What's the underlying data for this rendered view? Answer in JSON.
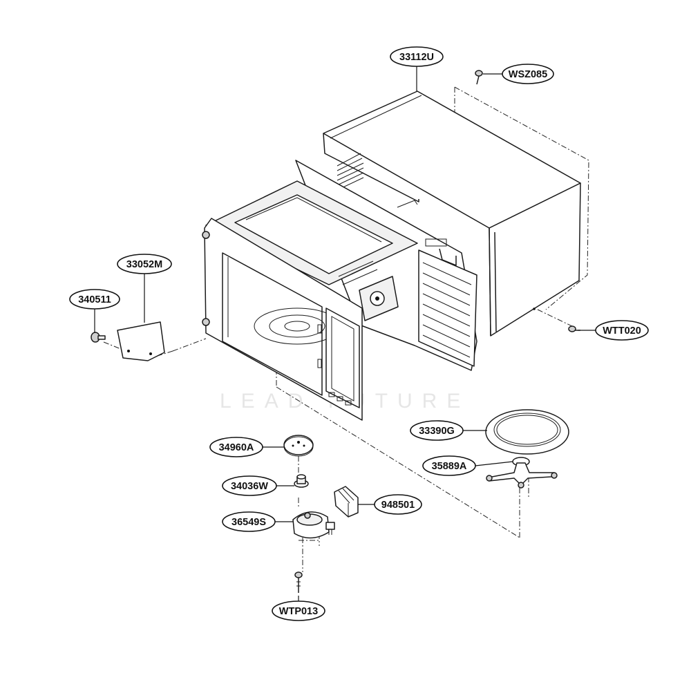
{
  "diagram": {
    "watermark": "LEAD FUTURE",
    "parts": [
      {
        "id": "33112U",
        "label": "33112U"
      },
      {
        "id": "WSZ085",
        "label": "WSZ085"
      },
      {
        "id": "33052M",
        "label": "33052M"
      },
      {
        "id": "340511",
        "label": "340511"
      },
      {
        "id": "WTT020",
        "label": "WTT020"
      },
      {
        "id": "33390G",
        "label": "33390G"
      },
      {
        "id": "34960A",
        "label": "34960A"
      },
      {
        "id": "35889A",
        "label": "35889A"
      },
      {
        "id": "34036W",
        "label": "34036W"
      },
      {
        "id": "948501",
        "label": "948501"
      },
      {
        "id": "36549S",
        "label": "36549S"
      },
      {
        "id": "WTP013",
        "label": "WTP013"
      }
    ]
  }
}
